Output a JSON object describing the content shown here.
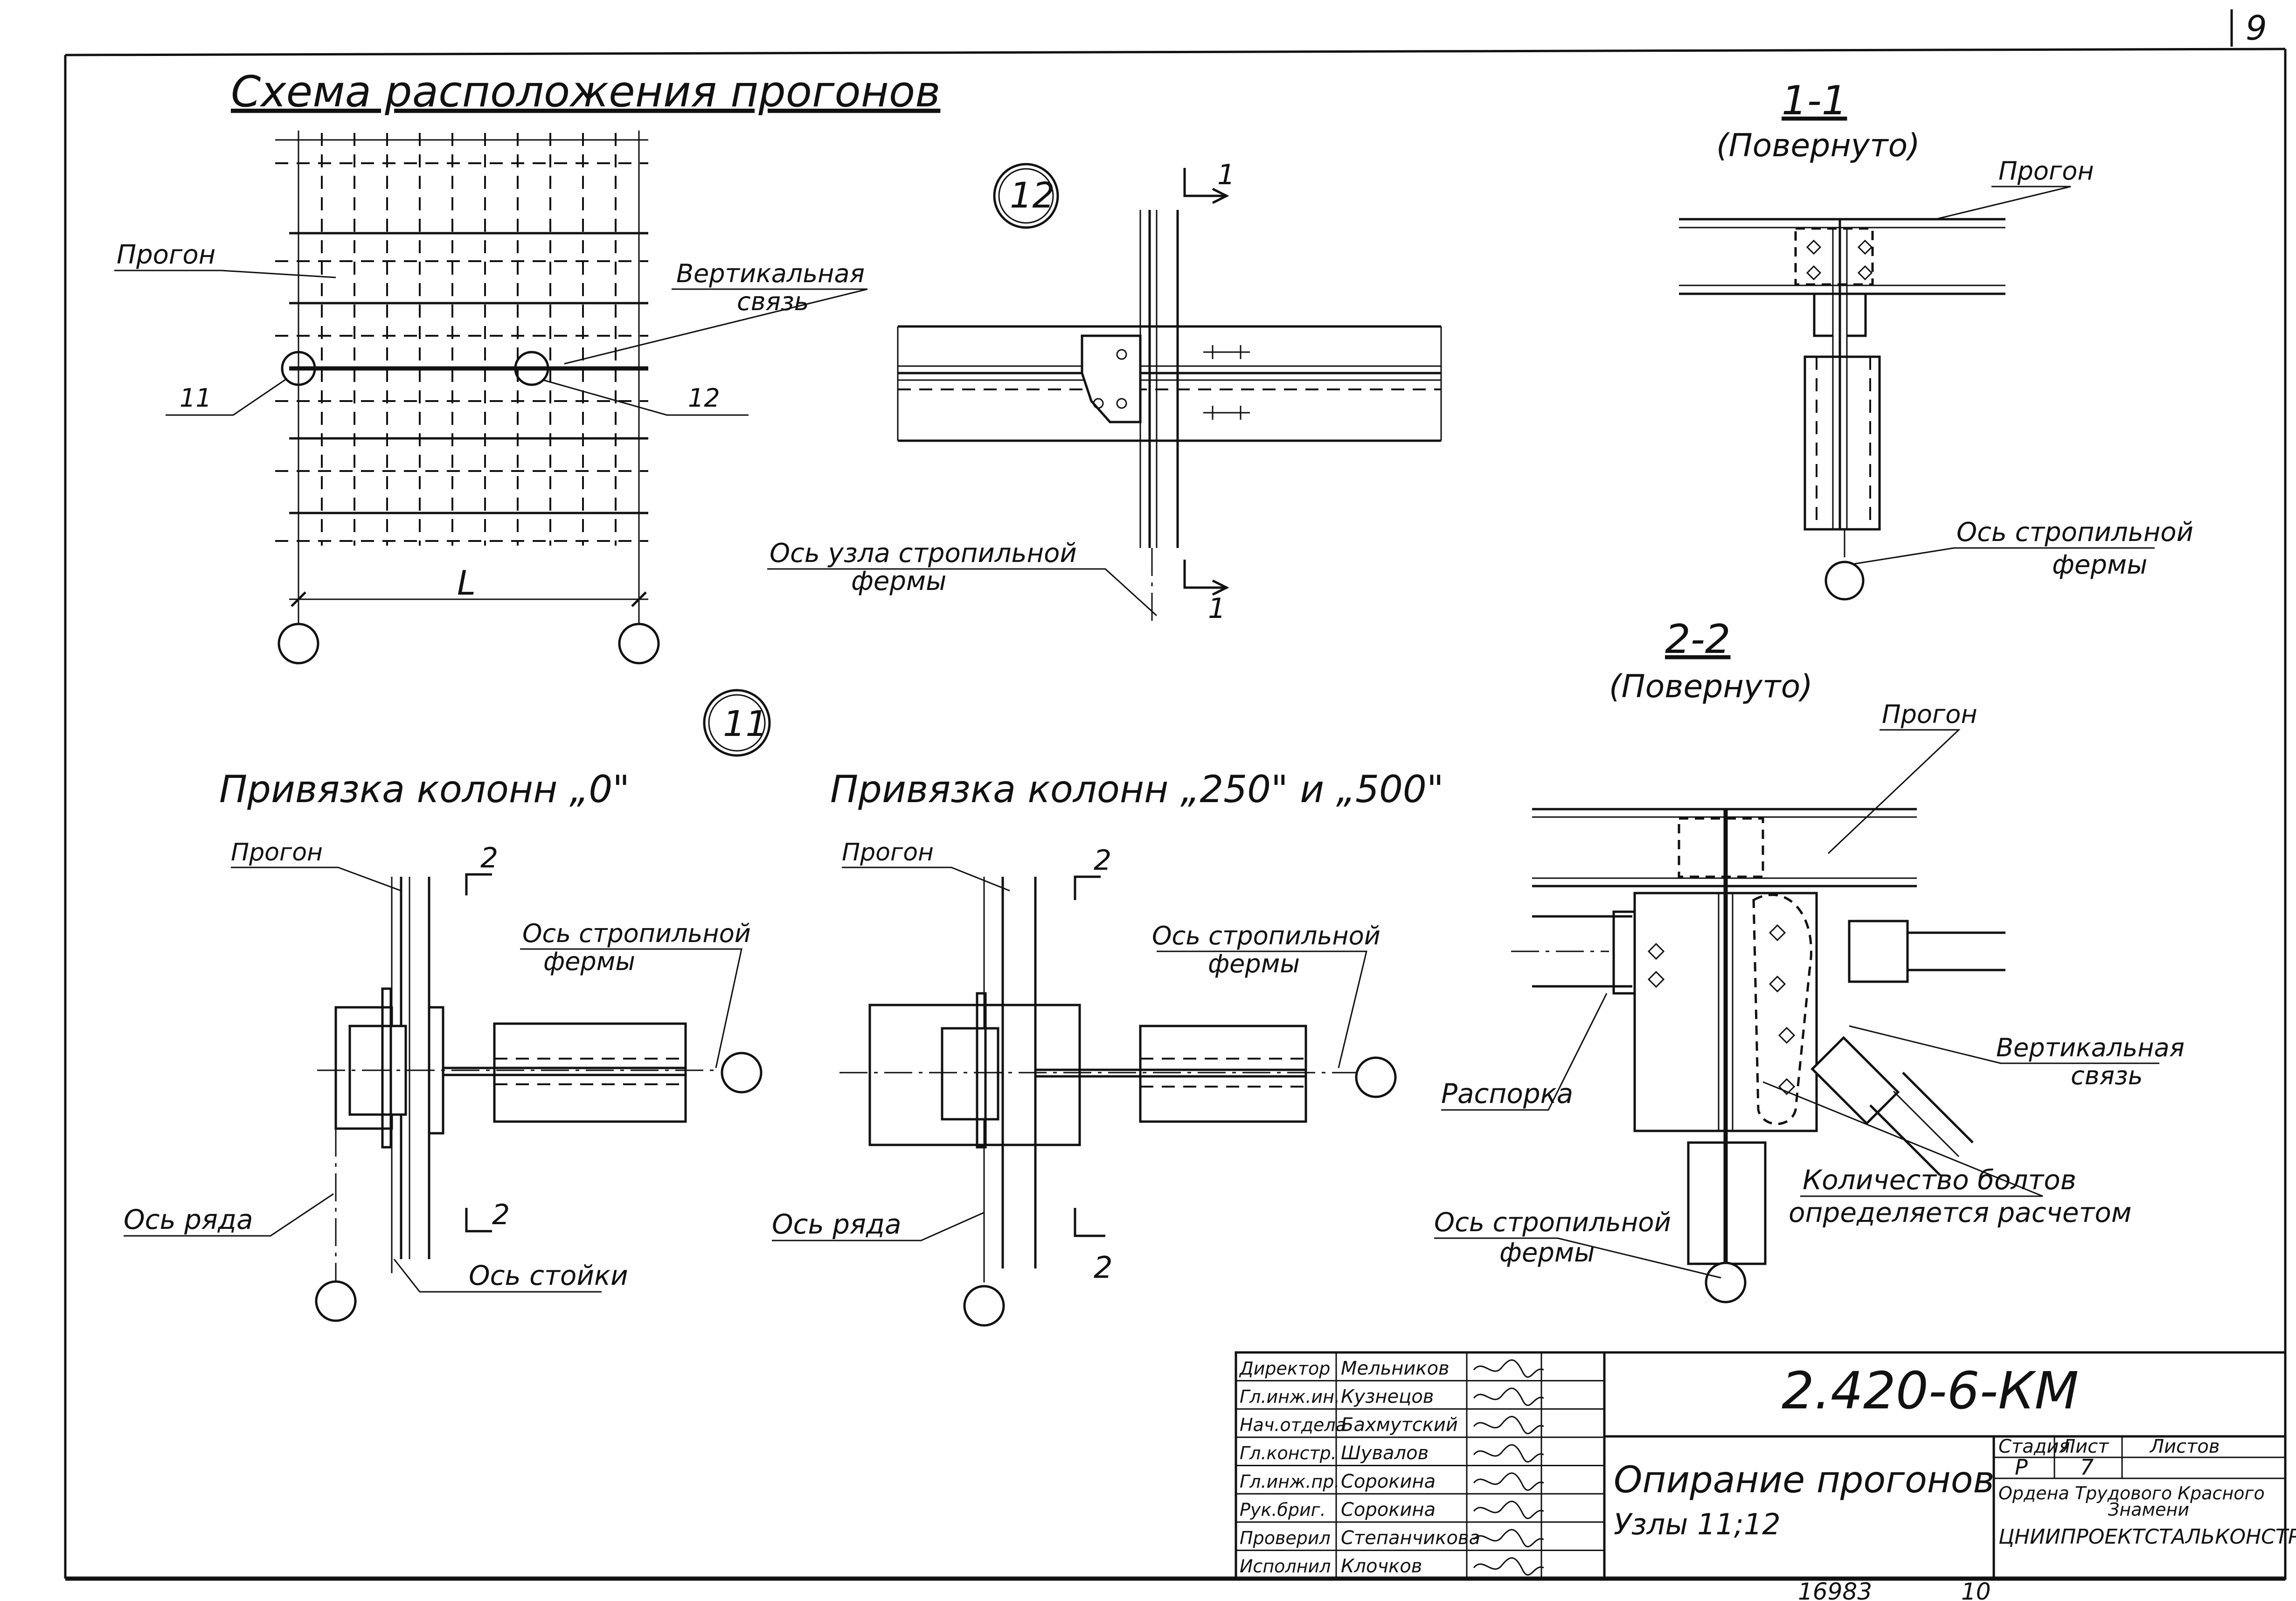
{
  "sheet": {
    "page_number": "9",
    "scheme_title": "Схема расположения прогонов",
    "dim_L": "L"
  },
  "labels": {
    "progon": "Прогон",
    "vert_svyaz_line1": "Вертикальная",
    "vert_svyaz_line2": "связь",
    "node11": "11",
    "node12": "12",
    "os_uzla_line1": "Ось узла стропильной",
    "os_uzla_line2": "фермы",
    "os_strop_line1": "Ось стропильной",
    "os_strop_line2": "фермы",
    "os_ryada": "Ось ряда",
    "os_stoyki": "Ось стойки",
    "rasporka": "Распорка",
    "bolts_line1": "Количество болтов",
    "bolts_line2": "определяется расчетом",
    "sec1": "1",
    "sec2": "2"
  },
  "sections": {
    "s11_title": "1-1",
    "s11_sub": "(Повернуто)",
    "s22_title": "2-2",
    "s22_sub": "(Повернуто)"
  },
  "details": {
    "privyazka0": "Привязка колонн „0\"",
    "privyazka250": "Привязка колонн „250\" и „500\""
  },
  "title_block": {
    "staff": [
      {
        "role": "Директор",
        "name": "Мельников"
      },
      {
        "role": "Гл.инж.ин.",
        "name": "Кузнецов"
      },
      {
        "role": "Нач.отдела",
        "name": "Бахмутский"
      },
      {
        "role": "Гл.констр.",
        "name": "Шувалов"
      },
      {
        "role": "Гл.инж.пр.",
        "name": "Сорокина"
      },
      {
        "role": "Рук.бриг.",
        "name": "Сорокина"
      },
      {
        "role": "Проверил",
        "name": "Степанчикова"
      },
      {
        "role": "Исполнил",
        "name": "Клочков"
      }
    ],
    "doc_code": "2.420-6-КМ",
    "title_line1": "Опирание прогонов",
    "title_line2": "Узлы 11;12",
    "stage_header": "Стадия",
    "sheet_header": "Лист",
    "sheets_header": "Листов",
    "stage_value": "Р",
    "sheet_value": "7",
    "sheets_value": "",
    "org_line1": "Ордена Трудового Красного",
    "org_line2": "Знамени",
    "org_line3": "ЦНИИПРОЕКТСТАЛЬКОНСТРУКЦИЯ",
    "footer_number": "16983",
    "footer_copy": "10"
  }
}
